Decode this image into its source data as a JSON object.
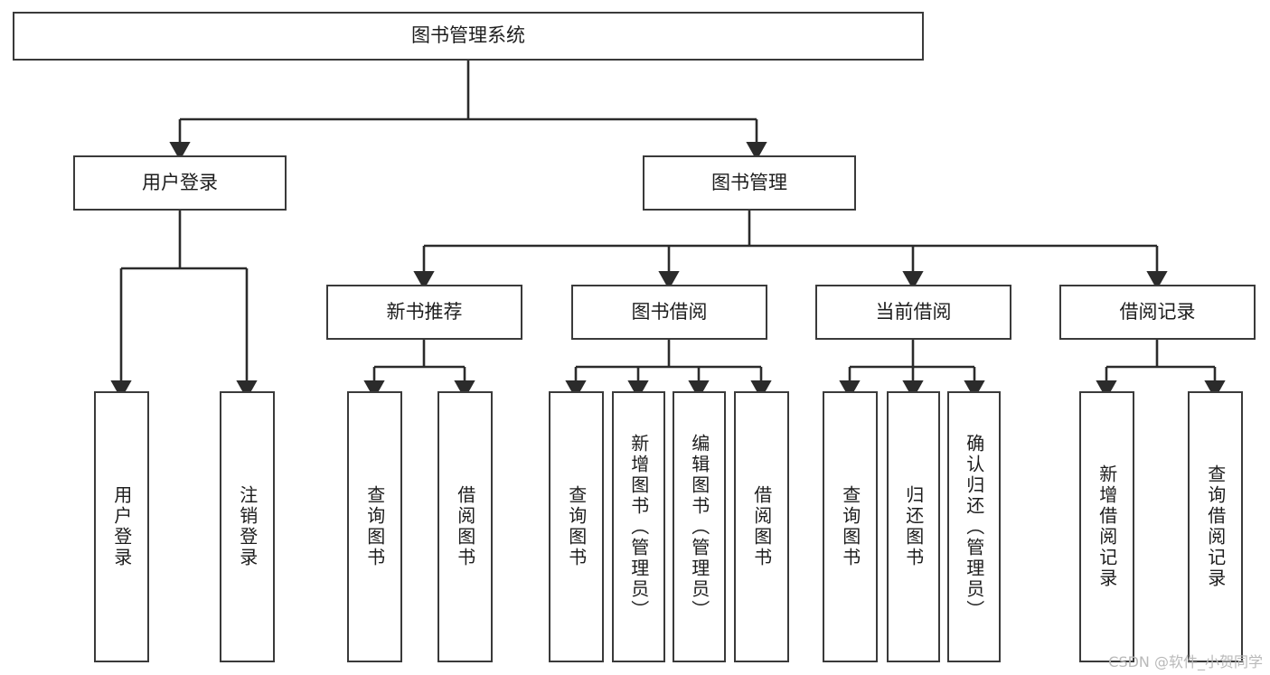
{
  "diagram": {
    "title_node": {
      "label": "图书管理系统"
    },
    "level2": [
      {
        "id": "user-login",
        "label": "用户登录"
      },
      {
        "id": "book-manage",
        "label": "图书管理"
      }
    ],
    "level3": [
      {
        "id": "new-book-rec",
        "label": "新书推荐"
      },
      {
        "id": "book-borrow",
        "label": "图书借阅"
      },
      {
        "id": "current-borrow",
        "label": "当前借阅"
      },
      {
        "id": "borrow-record",
        "label": "借阅记录"
      }
    ],
    "leaves": [
      {
        "id": "leaf-user-login",
        "label": "用户登录"
      },
      {
        "id": "leaf-logout",
        "label": "注销登录"
      },
      {
        "id": "leaf-query-book-1",
        "label": "查询图书"
      },
      {
        "id": "leaf-borrow-book-1",
        "label": "借阅图书"
      },
      {
        "id": "leaf-query-book-2",
        "label": "查询图书"
      },
      {
        "id": "leaf-add-book",
        "label": "新增图书（管理员）"
      },
      {
        "id": "leaf-edit-book",
        "label": "编辑图书（管理员）"
      },
      {
        "id": "leaf-borrow-book-2",
        "label": "借阅图书"
      },
      {
        "id": "leaf-query-book-3",
        "label": "查询图书"
      },
      {
        "id": "leaf-return-book",
        "label": "归还图书"
      },
      {
        "id": "leaf-confirm-return",
        "label": "确认归还（管理员）"
      },
      {
        "id": "leaf-add-record",
        "label": "新增借阅记录"
      },
      {
        "id": "leaf-query-record",
        "label": "查询借阅记录"
      }
    ],
    "watermark": "CSDN @软件_小贺同学",
    "colors": {
      "box_border": "#3a3a3a",
      "box_fill": "#ffffff",
      "line": "#2b2b2b",
      "text": "#1d1d1d",
      "watermark": "#b9b9b9"
    }
  }
}
